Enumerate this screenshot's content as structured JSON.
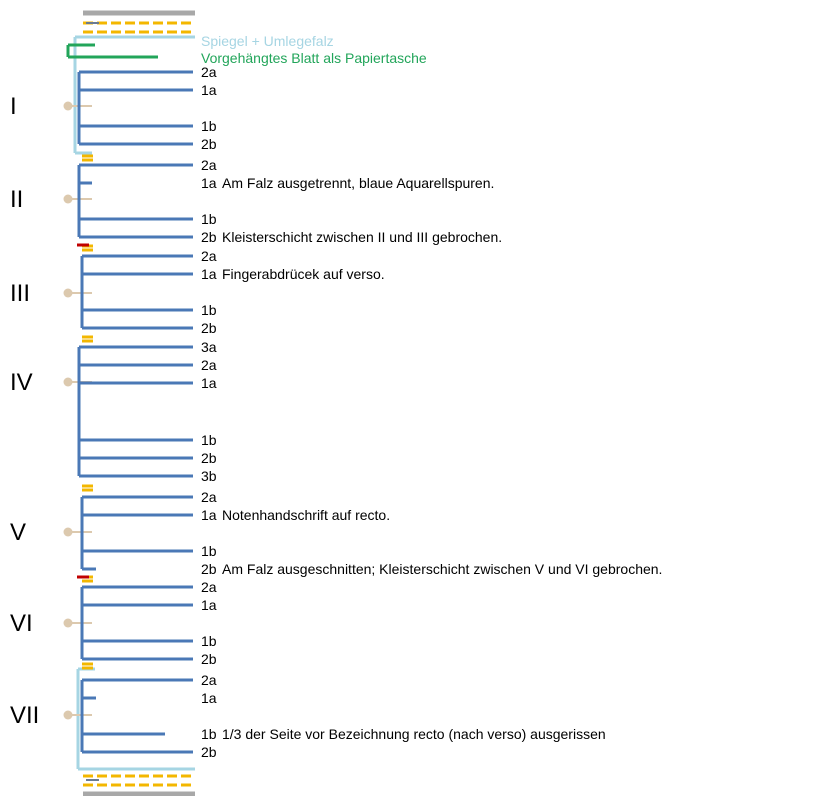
{
  "colors": {
    "leaf": "#4a78b6",
    "spiegel": "#a6d5e3",
    "vorgehaengt": "#22a55a",
    "fold_dash": "#f3b700",
    "cover": "#a8a8a8",
    "thread": "#dcc9ae",
    "break": "#c00000"
  },
  "legend": {
    "spiegel": "Spiegel + Umlegefalz",
    "vorgehaengt": "Vorgehängtes Blatt als Papiertasche"
  },
  "gatherings": [
    {
      "roman": "I",
      "leaves": [
        {
          "label": "2a",
          "note": ""
        },
        {
          "label": "1a",
          "note": ""
        },
        {
          "label": "1b",
          "note": ""
        },
        {
          "label": "2b",
          "note": ""
        }
      ]
    },
    {
      "roman": "II",
      "leaves": [
        {
          "label": "2a",
          "note": ""
        },
        {
          "label": "1a",
          "note": "Am Falz ausgetrennt, blaue Aquarellspuren."
        },
        {
          "label": "1b",
          "note": ""
        },
        {
          "label": "2b",
          "note": "Kleisterschicht zwischen II und III gebrochen."
        }
      ]
    },
    {
      "roman": "III",
      "leaves": [
        {
          "label": "2a",
          "note": ""
        },
        {
          "label": "1a",
          "note": "Fingerabdrücek auf verso."
        },
        {
          "label": "1b",
          "note": ""
        },
        {
          "label": "2b",
          "note": ""
        }
      ]
    },
    {
      "roman": "IV",
      "leaves": [
        {
          "label": "3a",
          "note": ""
        },
        {
          "label": "2a",
          "note": ""
        },
        {
          "label": "1a",
          "note": ""
        },
        {
          "label": "1b",
          "note": ""
        },
        {
          "label": "2b",
          "note": ""
        },
        {
          "label": "3b",
          "note": ""
        }
      ]
    },
    {
      "roman": "V",
      "leaves": [
        {
          "label": "2a",
          "note": ""
        },
        {
          "label": "1a",
          "note": "Notenhandschrift auf recto."
        },
        {
          "label": "1b",
          "note": ""
        },
        {
          "label": "2b",
          "note": "Am Falz ausgeschnitten; Kleisterschicht zwischen V und VI gebrochen."
        }
      ]
    },
    {
      "roman": "VI",
      "leaves": [
        {
          "label": "2a",
          "note": ""
        },
        {
          "label": "1a",
          "note": ""
        },
        {
          "label": "1b",
          "note": ""
        },
        {
          "label": "2b",
          "note": ""
        }
      ]
    },
    {
      "roman": "VII",
      "leaves": [
        {
          "label": "2a",
          "note": ""
        },
        {
          "label": "1a",
          "note": ""
        },
        {
          "label": "1b",
          "note": "1/3 der Seite vor Bezeichnung recto (nach verso) ausgerissen"
        },
        {
          "label": "2b",
          "note": ""
        }
      ]
    }
  ]
}
